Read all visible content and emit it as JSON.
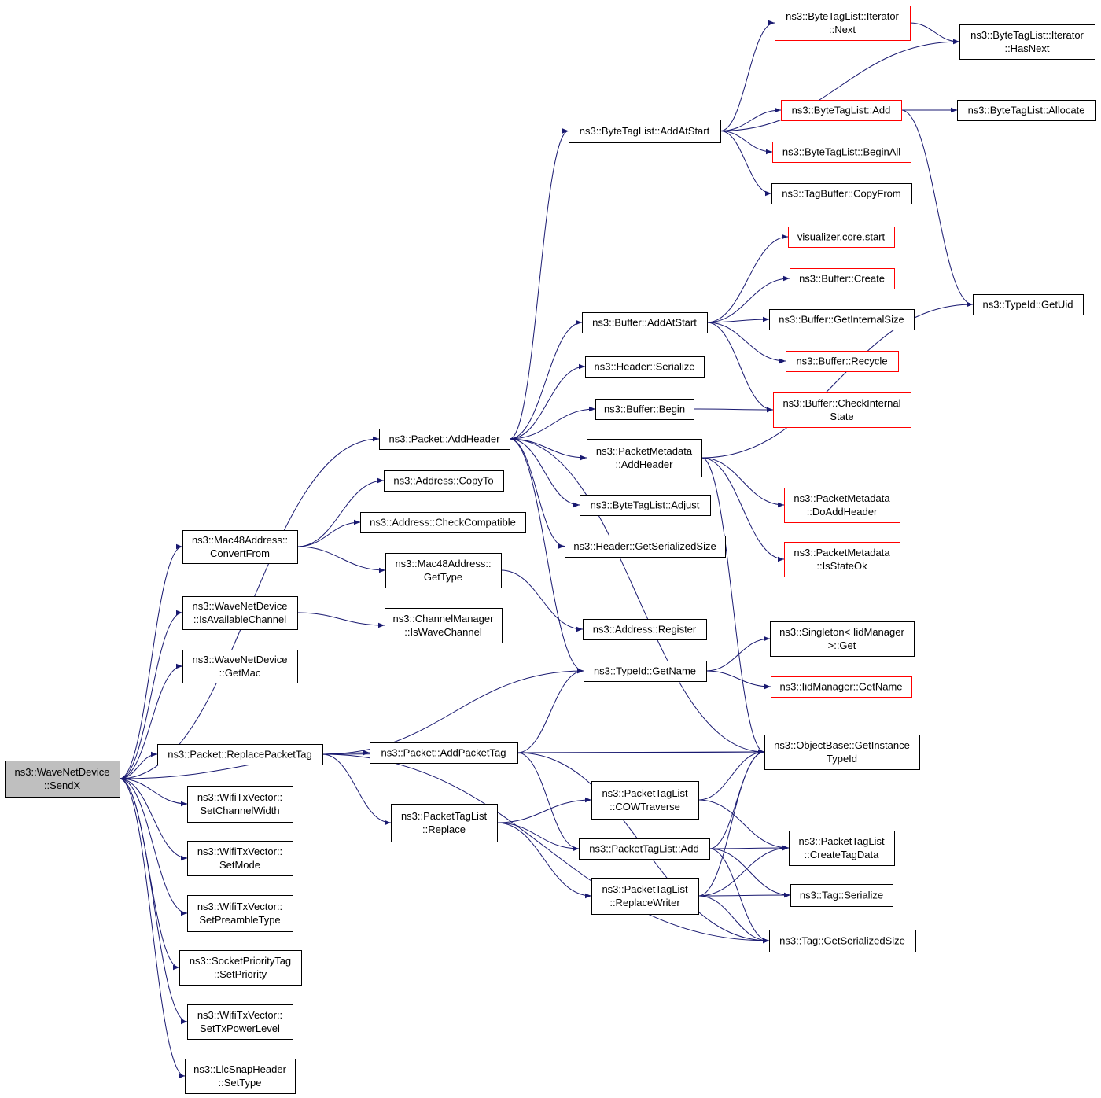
{
  "colors": {
    "edge": "#191970",
    "root_fill": "#bfbfbf",
    "red_border": "#ff0000",
    "black_border": "#000000"
  },
  "nodes": [
    {
      "id": "sendx",
      "lines": [
        "ns3::WaveNetDevice",
        "::SendX"
      ],
      "style": "root"
    },
    {
      "id": "addheader",
      "lines": [
        "ns3::Packet::AddHeader"
      ],
      "style": "black"
    },
    {
      "id": "convertfrom",
      "lines": [
        "ns3::Mac48Address::",
        "ConvertFrom"
      ],
      "style": "black"
    },
    {
      "id": "isavail",
      "lines": [
        "ns3::WaveNetDevice",
        "::IsAvailableChannel"
      ],
      "style": "black"
    },
    {
      "id": "getmac",
      "lines": [
        "ns3::WaveNetDevice",
        "::GetMac"
      ],
      "style": "black"
    },
    {
      "id": "replacepackettag",
      "lines": [
        "ns3::Packet::ReplacePacketTag"
      ],
      "style": "black"
    },
    {
      "id": "addpackettag",
      "lines": [
        "ns3::Packet::AddPacketTag"
      ],
      "style": "black"
    },
    {
      "id": "setchannelwidth",
      "lines": [
        "ns3::WifiTxVector::",
        "SetChannelWidth"
      ],
      "style": "black"
    },
    {
      "id": "setmode",
      "lines": [
        "ns3::WifiTxVector::",
        "SetMode"
      ],
      "style": "black"
    },
    {
      "id": "setpreamble",
      "lines": [
        "ns3::WifiTxVector::",
        "SetPreambleType"
      ],
      "style": "black"
    },
    {
      "id": "setpriority",
      "lines": [
        "ns3::SocketPriorityTag",
        "::SetPriority"
      ],
      "style": "black"
    },
    {
      "id": "settxpower",
      "lines": [
        "ns3::WifiTxVector::",
        "SetTxPowerLevel"
      ],
      "style": "black"
    },
    {
      "id": "settype",
      "lines": [
        "ns3::LlcSnapHeader",
        "::SetType"
      ],
      "style": "black"
    },
    {
      "id": "copyto",
      "lines": [
        "ns3::Address::CopyTo"
      ],
      "style": "black"
    },
    {
      "id": "checkcompat",
      "lines": [
        "ns3::Address::CheckCompatible"
      ],
      "style": "black"
    },
    {
      "id": "gettype",
      "lines": [
        "ns3::Mac48Address::",
        "GetType"
      ],
      "style": "black"
    },
    {
      "id": "iswavechannel",
      "lines": [
        "ns3::ChannelManager",
        "::IsWaveChannel"
      ],
      "style": "black"
    },
    {
      "id": "register",
      "lines": [
        "ns3::Address::Register"
      ],
      "style": "black"
    },
    {
      "id": "typeidgetname",
      "lines": [
        "ns3::TypeId::GetName"
      ],
      "style": "black"
    },
    {
      "id": "ptlreplace",
      "lines": [
        "ns3::PacketTagList",
        "::Replace"
      ],
      "style": "black"
    },
    {
      "id": "btladdatstart",
      "lines": [
        "ns3::ByteTagList::AddAtStart"
      ],
      "style": "black"
    },
    {
      "id": "bufaddatstart",
      "lines": [
        "ns3::Buffer::AddAtStart"
      ],
      "style": "black"
    },
    {
      "id": "headerserialize",
      "lines": [
        "ns3::Header::Serialize"
      ],
      "style": "black"
    },
    {
      "id": "bufbegin",
      "lines": [
        "ns3::Buffer::Begin"
      ],
      "style": "black"
    },
    {
      "id": "pmaddheader",
      "lines": [
        "ns3::PacketMetadata",
        "::AddHeader"
      ],
      "style": "black"
    },
    {
      "id": "btladjust",
      "lines": [
        "ns3::ByteTagList::Adjust"
      ],
      "style": "black"
    },
    {
      "id": "headergetsersize",
      "lines": [
        "ns3::Header::GetSerializedSize"
      ],
      "style": "black"
    },
    {
      "id": "cowtraverse",
      "lines": [
        "ns3::PacketTagList",
        "::COWTraverse"
      ],
      "style": "black"
    },
    {
      "id": "ptladd",
      "lines": [
        "ns3::PacketTagList::Add"
      ],
      "style": "black"
    },
    {
      "id": "replacewriter",
      "lines": [
        "ns3::PacketTagList",
        "::ReplaceWriter"
      ],
      "style": "black"
    },
    {
      "id": "itnext",
      "lines": [
        "ns3::ByteTagList::Iterator",
        "::Next"
      ],
      "style": "red"
    },
    {
      "id": "itnexthas",
      "lines": [
        "ns3::ByteTagList::Iterator",
        "::HasNext"
      ],
      "style": "black"
    },
    {
      "id": "btladd",
      "lines": [
        "ns3::ByteTagList::Add"
      ],
      "style": "red"
    },
    {
      "id": "btlallocate",
      "lines": [
        "ns3::ByteTagList::Allocate"
      ],
      "style": "black"
    },
    {
      "id": "btlbeginall",
      "lines": [
        "ns3::ByteTagList::BeginAll"
      ],
      "style": "red"
    },
    {
      "id": "tagbufcopyfrom",
      "lines": [
        "ns3::TagBuffer::CopyFrom"
      ],
      "style": "black"
    },
    {
      "id": "vizstart",
      "lines": [
        "visualizer.core.start"
      ],
      "style": "red"
    },
    {
      "id": "bufcreate",
      "lines": [
        "ns3::Buffer::Create"
      ],
      "style": "red"
    },
    {
      "id": "bufgetinternal",
      "lines": [
        "ns3::Buffer::GetInternalSize"
      ],
      "style": "black"
    },
    {
      "id": "bufrecycle",
      "lines": [
        "ns3::Buffer::Recycle"
      ],
      "style": "red"
    },
    {
      "id": "bufcheckinternal",
      "lines": [
        "ns3::Buffer::CheckInternal",
        "State"
      ],
      "style": "red"
    },
    {
      "id": "typeidgetuid",
      "lines": [
        "ns3::TypeId::GetUid"
      ],
      "style": "black"
    },
    {
      "id": "pmdoaddheader",
      "lines": [
        "ns3::PacketMetadata",
        "::DoAddHeader"
      ],
      "style": "red"
    },
    {
      "id": "pmisstateok",
      "lines": [
        "ns3::PacketMetadata",
        "::IsStateOk"
      ],
      "style": "red"
    },
    {
      "id": "singletonget",
      "lines": [
        "ns3::Singleton< IidManager",
        ">::Get"
      ],
      "style": "black"
    },
    {
      "id": "iidgetname",
      "lines": [
        "ns3::IidManager::GetName"
      ],
      "style": "red"
    },
    {
      "id": "getinstancetypeid",
      "lines": [
        "ns3::ObjectBase::GetInstance",
        "TypeId"
      ],
      "style": "black"
    },
    {
      "id": "createtagdata",
      "lines": [
        "ns3::PacketTagList",
        "::CreateTagData"
      ],
      "style": "black"
    },
    {
      "id": "tagserialize",
      "lines": [
        "ns3::Tag::Serialize"
      ],
      "style": "black"
    },
    {
      "id": "taggetsersize",
      "lines": [
        "ns3::Tag::GetSerializedSize"
      ],
      "style": "black"
    }
  ],
  "edges": [
    [
      "sendx",
      "addheader"
    ],
    [
      "sendx",
      "convertfrom"
    ],
    [
      "sendx",
      "isavail"
    ],
    [
      "sendx",
      "getmac"
    ],
    [
      "sendx",
      "replacepackettag"
    ],
    [
      "sendx",
      "addpackettag"
    ],
    [
      "sendx",
      "setchannelwidth"
    ],
    [
      "sendx",
      "setmode"
    ],
    [
      "sendx",
      "setpreamble"
    ],
    [
      "sendx",
      "setpriority"
    ],
    [
      "sendx",
      "settxpower"
    ],
    [
      "sendx",
      "settype"
    ],
    [
      "addheader",
      "btladdatstart"
    ],
    [
      "addheader",
      "bufaddatstart"
    ],
    [
      "addheader",
      "headerserialize"
    ],
    [
      "addheader",
      "bufbegin"
    ],
    [
      "addheader",
      "pmaddheader"
    ],
    [
      "addheader",
      "btladjust"
    ],
    [
      "addheader",
      "headergetsersize"
    ],
    [
      "addheader",
      "typeidgetname"
    ],
    [
      "addheader",
      "getinstancetypeid"
    ],
    [
      "convertfrom",
      "copyto"
    ],
    [
      "convertfrom",
      "checkcompat"
    ],
    [
      "convertfrom",
      "gettype"
    ],
    [
      "isavail",
      "iswavechannel"
    ],
    [
      "gettype",
      "register"
    ],
    [
      "replacepackettag",
      "typeidgetname"
    ],
    [
      "replacepackettag",
      "getinstancetypeid"
    ],
    [
      "replacepackettag",
      "ptlreplace"
    ],
    [
      "replacepackettag",
      "taggetsersize"
    ],
    [
      "addpackettag",
      "typeidgetname"
    ],
    [
      "addpackettag",
      "getinstancetypeid"
    ],
    [
      "addpackettag",
      "ptladd"
    ],
    [
      "addpackettag",
      "taggetsersize"
    ],
    [
      "btladdatstart",
      "itnext"
    ],
    [
      "btladdatstart",
      "itnexthas"
    ],
    [
      "btladdatstart",
      "btladd"
    ],
    [
      "btladdatstart",
      "btlbeginall"
    ],
    [
      "btladdatstart",
      "tagbufcopyfrom"
    ],
    [
      "itnext",
      "itnexthas"
    ],
    [
      "btladd",
      "btlallocate"
    ],
    [
      "btladd",
      "typeidgetuid"
    ],
    [
      "bufaddatstart",
      "vizstart"
    ],
    [
      "bufaddatstart",
      "bufcreate"
    ],
    [
      "bufaddatstart",
      "bufgetinternal"
    ],
    [
      "bufaddatstart",
      "bufrecycle"
    ],
    [
      "bufaddatstart",
      "bufcheckinternal"
    ],
    [
      "bufbegin",
      "bufcheckinternal"
    ],
    [
      "pmaddheader",
      "typeidgetuid"
    ],
    [
      "pmaddheader",
      "pmdoaddheader"
    ],
    [
      "pmaddheader",
      "pmisstateok"
    ],
    [
      "pmaddheader",
      "getinstancetypeid"
    ],
    [
      "typeidgetname",
      "singletonget"
    ],
    [
      "typeidgetname",
      "iidgetname"
    ],
    [
      "ptlreplace",
      "cowtraverse"
    ],
    [
      "ptlreplace",
      "ptladd"
    ],
    [
      "ptlreplace",
      "replacewriter"
    ],
    [
      "cowtraverse",
      "getinstancetypeid"
    ],
    [
      "cowtraverse",
      "createtagdata"
    ],
    [
      "ptladd",
      "getinstancetypeid"
    ],
    [
      "ptladd",
      "createtagdata"
    ],
    [
      "ptladd",
      "tagserialize"
    ],
    [
      "ptladd",
      "taggetsersize"
    ],
    [
      "replacewriter",
      "getinstancetypeid"
    ],
    [
      "replacewriter",
      "createtagdata"
    ],
    [
      "replacewriter",
      "tagserialize"
    ],
    [
      "replacewriter",
      "taggetsersize"
    ]
  ]
}
